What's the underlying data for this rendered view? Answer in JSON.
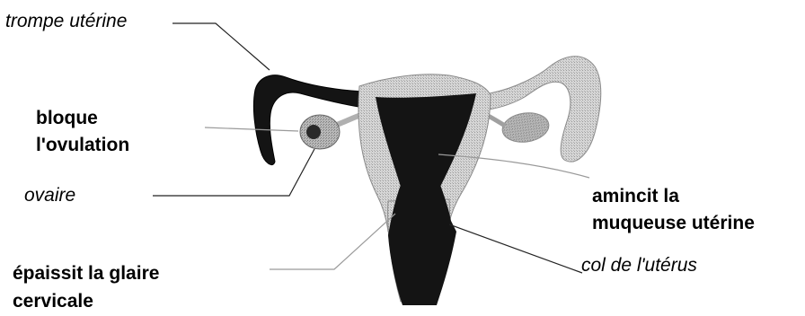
{
  "labels": {
    "trompe": "trompe utérine",
    "bloque_1": "bloque",
    "bloque_2": "l'ovulation",
    "ovaire": "ovaire",
    "amincit_1": "amincit la",
    "amincit_2": "muqueuse utérine",
    "col": "col de l'utérus",
    "glaire_1": "épaissit la glaire",
    "glaire_2": "cervicale"
  },
  "colors": {
    "background": "#ffffff",
    "text": "#000000",
    "tissue_light": "#cfcfcf",
    "tissue_mid": "#a8a8a8",
    "tissue_dark": "#111111",
    "leader_dark": "#222222",
    "leader_light": "#9a9a9a"
  }
}
